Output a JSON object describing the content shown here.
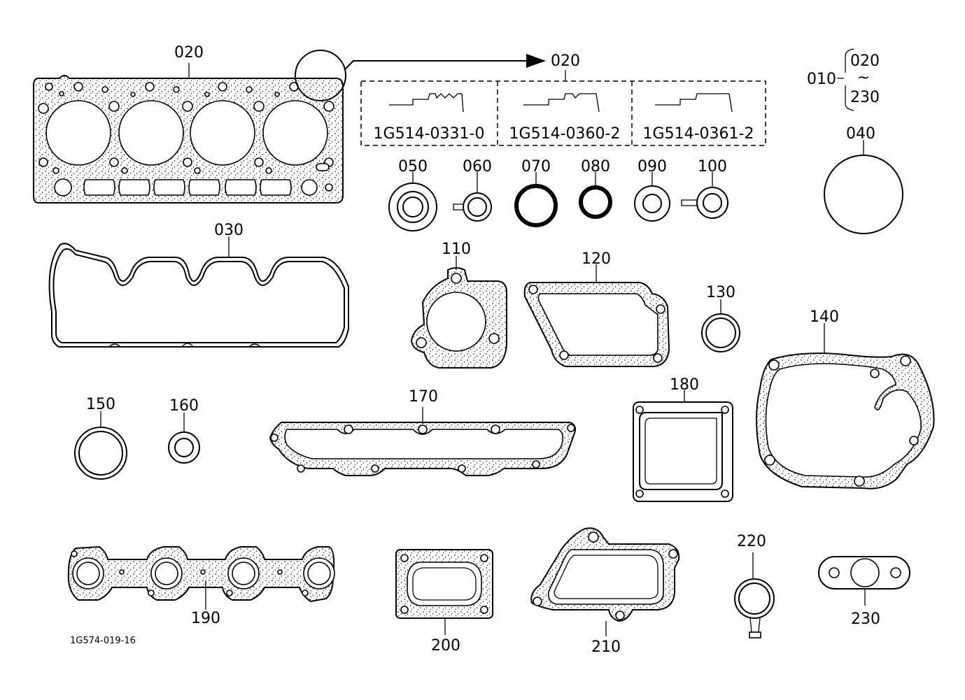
{
  "diagram": {
    "drawing_code": "1G574-019-16",
    "labels": {
      "p010": "010",
      "p020_main": "020",
      "p020_detail": "020",
      "p020_range_top": "020",
      "range_sep": "~",
      "p230_range_bottom": "230",
      "p030": "030",
      "p040": "040",
      "p050": "050",
      "p060": "060",
      "p070": "070",
      "p080": "080",
      "p090": "090",
      "p100": "100",
      "p110": "110",
      "p120": "120",
      "p130": "130",
      "p140": "140",
      "p150": "150",
      "p160": "160",
      "p170": "170",
      "p180": "180",
      "p190": "190",
      "p200": "200",
      "p210": "210",
      "p220": "220",
      "p230": "230"
    },
    "variants": [
      "1G514-0331-0",
      "1G514-0360-2",
      "1G514-0361-2"
    ]
  }
}
